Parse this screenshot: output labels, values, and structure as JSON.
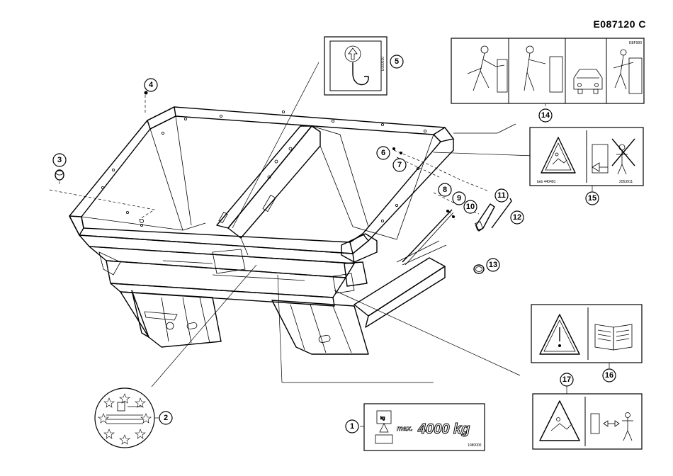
{
  "document_id": "E087120  C",
  "callouts": [
    "1",
    "2",
    "3",
    "4",
    "5",
    "6",
    "7",
    "8",
    "9",
    "10",
    "11",
    "12",
    "13",
    "14",
    "15",
    "16",
    "17"
  ],
  "decals": {
    "load_capacity": {
      "max_label": "max.",
      "value": "4000 kg",
      "weight_icon_text": "kg",
      "code": "1080000"
    },
    "warning_triangle_code_left": "beb  440481",
    "warning_triangle_code_right": "2053911"
  },
  "icons": [
    "lifting-hook-icon",
    "lifting-arrow-icon",
    "warning-triangle-icon",
    "manual-book-icon",
    "person-icon",
    "crossed-person-icon",
    "car-icon",
    "weight-icon"
  ]
}
